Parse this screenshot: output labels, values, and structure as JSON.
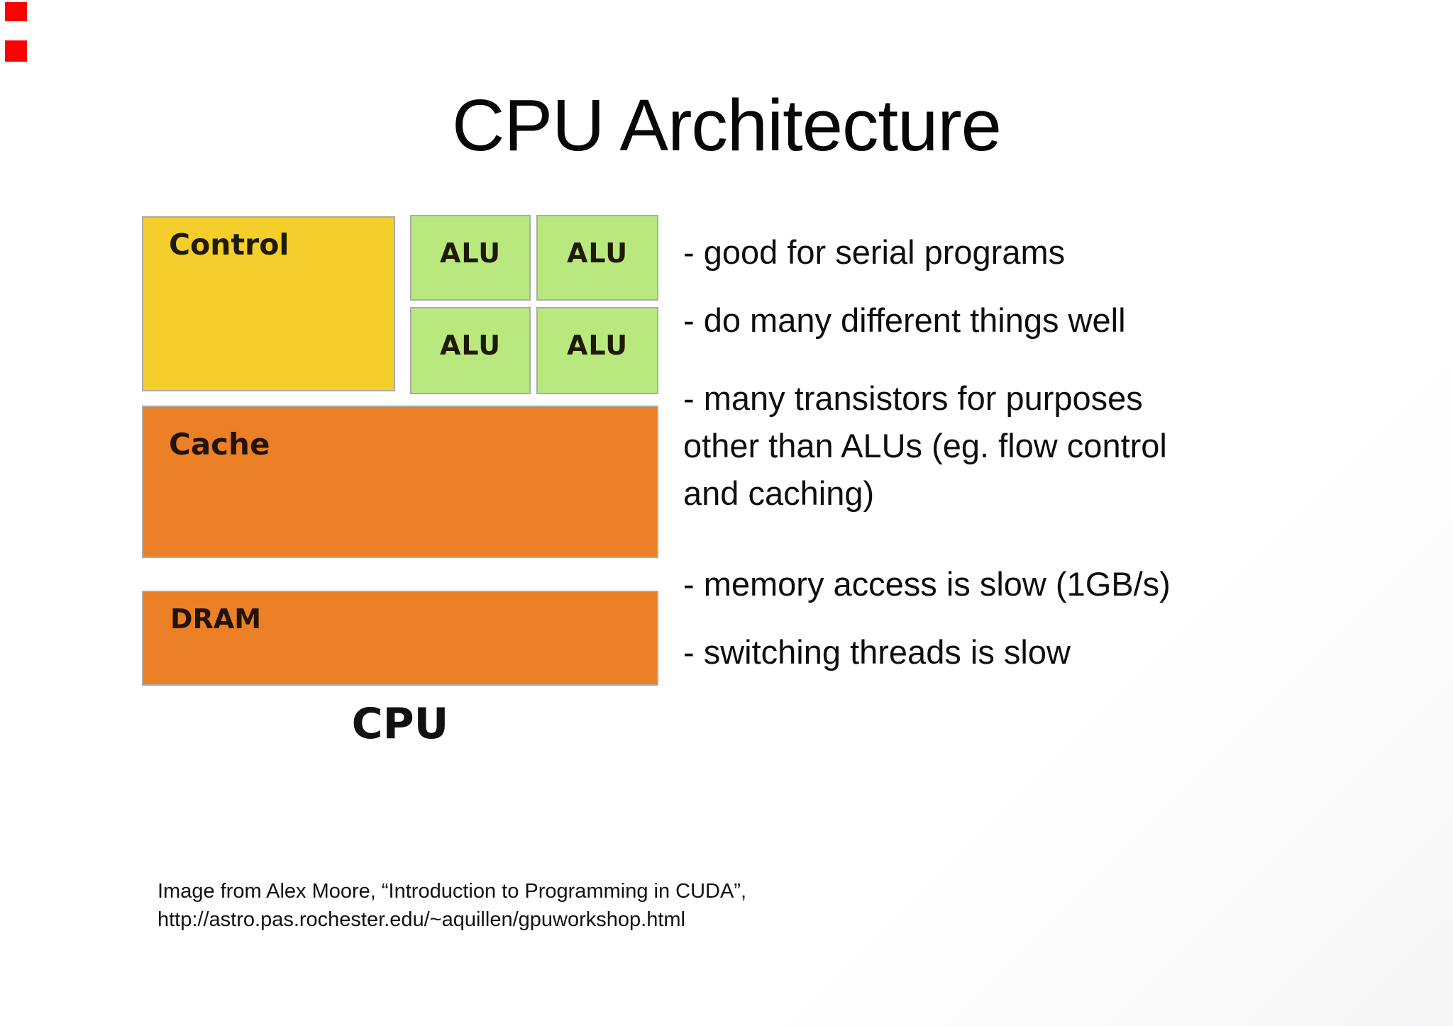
{
  "slide": {
    "title": "CPU Architecture",
    "diagram": {
      "control_label": "Control",
      "alu_labels": [
        "ALU",
        "ALU",
        "ALU",
        "ALU"
      ],
      "cache_label": "Cache",
      "dram_label": "DRAM",
      "caption": "CPU",
      "colors": {
        "control": "#f4cf2b",
        "alu": "#b9e87f",
        "memory": "#ec8026",
        "border": "#ababab",
        "marker": "#ff0000"
      }
    },
    "bullets": [
      {
        "lines": [
          "- good for serial programs"
        ]
      },
      {
        "lines": [
          "- do many different things well"
        ]
      },
      {
        "lines": [
          "- many transistors for purposes",
          "other than ALUs (eg. flow control",
          "and caching)"
        ]
      },
      {
        "lines": [
          "- memory access is slow (1GB/s)"
        ]
      },
      {
        "lines": [
          "- switching threads is slow"
        ]
      }
    ],
    "attribution": {
      "line1": "Image from Alex Moore, “Introduction to Programming in CUDA”,",
      "line2": "http://astro.pas.rochester.edu/~aquillen/gpuworkshop.html"
    }
  }
}
